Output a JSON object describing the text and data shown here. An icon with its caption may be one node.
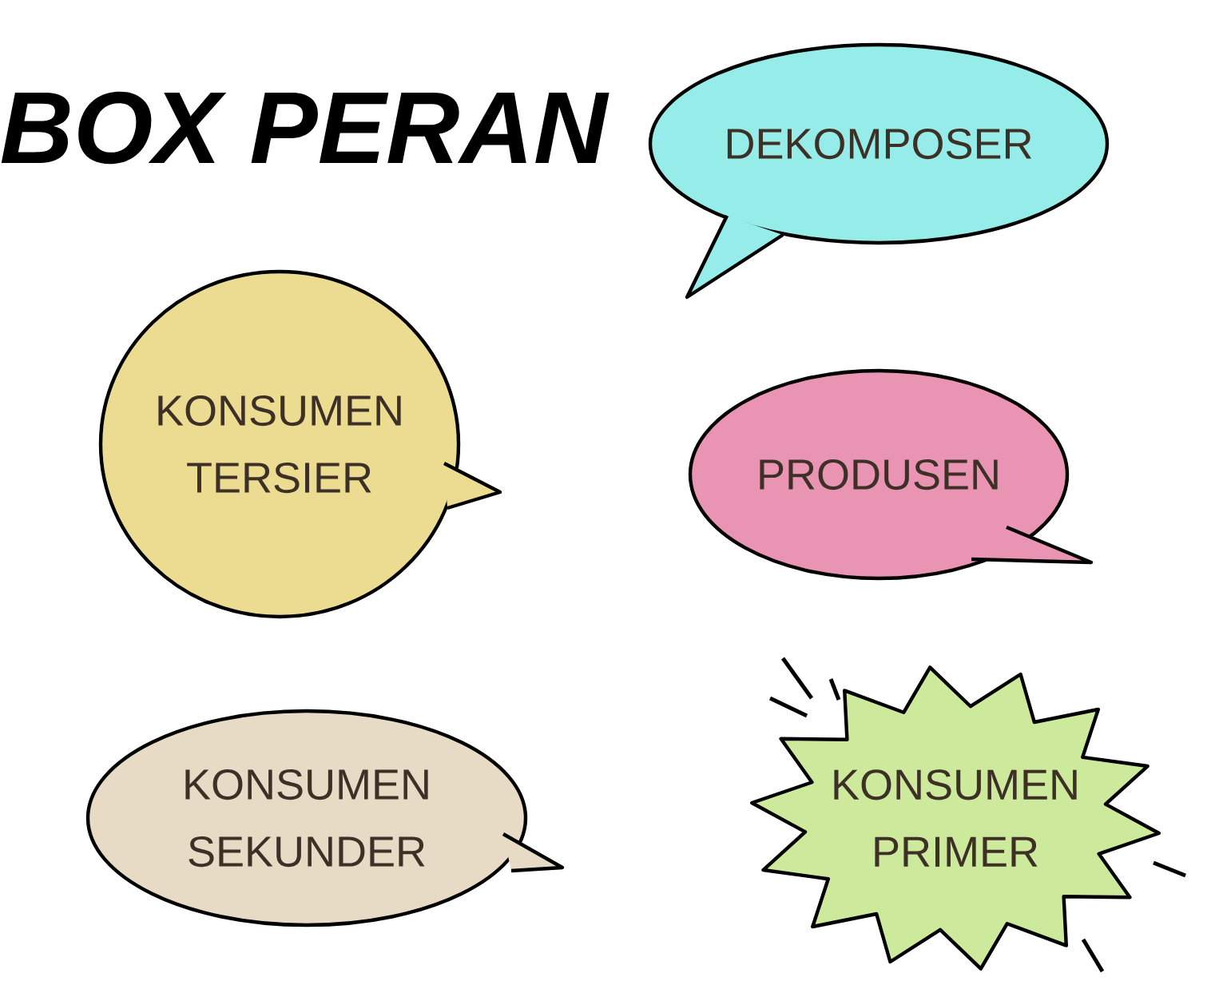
{
  "diagram": {
    "title": "BOX PERAN",
    "nodes": [
      {
        "text": [
          "DEKOMPOSER"
        ]
      },
      {
        "text": [
          "KONSUMEN TERSIER"
        ]
      },
      {
        "text": [
          "PRODUSEN"
        ]
      },
      {
        "text": [
          "KONSUMEN SEKUNDER"
        ]
      },
      {
        "text": [
          "KONSUMEN PRIMER"
        ]
      }
    ]
  }
}
